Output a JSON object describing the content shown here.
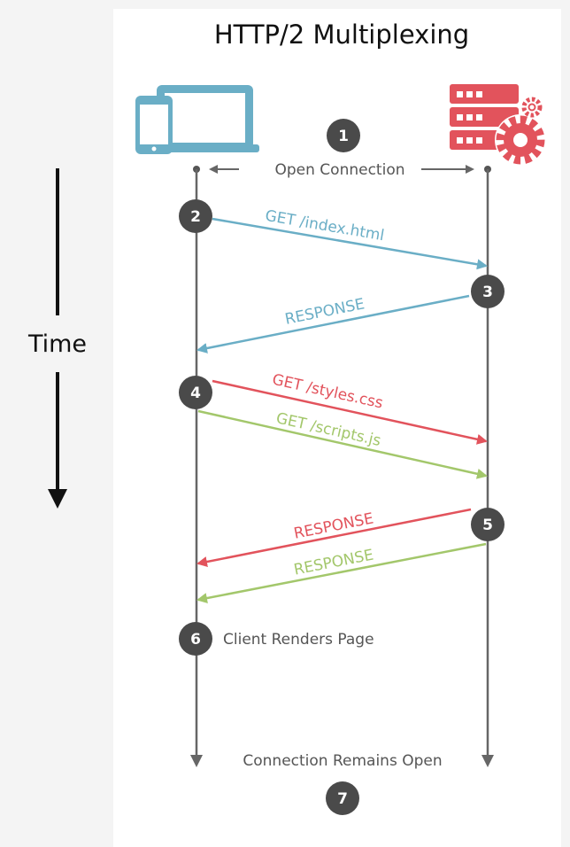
{
  "title": "HTTP/2 Multiplexing",
  "time_label": "Time",
  "open_connection": "Open Connection",
  "steps": [
    "1",
    "2",
    "3",
    "4",
    "5",
    "6",
    "7"
  ],
  "messages": {
    "get_index": "GET /index.html",
    "response_1": "RESPONSE",
    "get_styles": "GET /styles.css",
    "get_scripts": "GET /scripts.js",
    "response_2": "RESPONSE",
    "response_3": "RESPONSE"
  },
  "notes": {
    "client_renders": "Client Renders Page",
    "connection_open": "Connection Remains Open"
  },
  "colors": {
    "blue": "#6aaec6",
    "red": "#e2535c",
    "green": "#a3c76b",
    "step_circle": "#4a4a4a",
    "lifeline": "#666666"
  },
  "icons": {
    "client": "laptop-phone-icon",
    "server": "server-gear-icon"
  }
}
